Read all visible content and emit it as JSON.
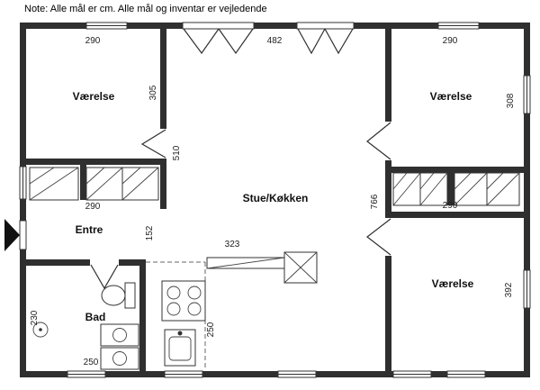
{
  "note": "Note: Alle mål er cm. Alle mål og inventar er vejledende",
  "colors": {
    "wall": "#2f2f2f"
  },
  "rooms": {
    "bedroom_tl": "Værelse",
    "bedroom_tr": "Værelse",
    "bedroom_br": "Værelse",
    "living_kitchen": "Stue/Køkken",
    "entry": "Entre",
    "bath": "Bad"
  },
  "dimensions": {
    "bedroom_tl_width": "290",
    "patio_doors_width": "482",
    "bedroom_tr_width": "290",
    "bedroom_tl_depth": "305",
    "bedroom_tr_depth": "308",
    "living_left_depth": "510",
    "living_right_depth": "766",
    "hall_width": "290",
    "wardrobe_right_width": "290",
    "entry_depth": "152",
    "kitchen_counter_width": "323",
    "bedroom_br_depth": "392",
    "bath_depth": "230",
    "bath_width": "250",
    "kitchen_counter_depth": "250"
  }
}
